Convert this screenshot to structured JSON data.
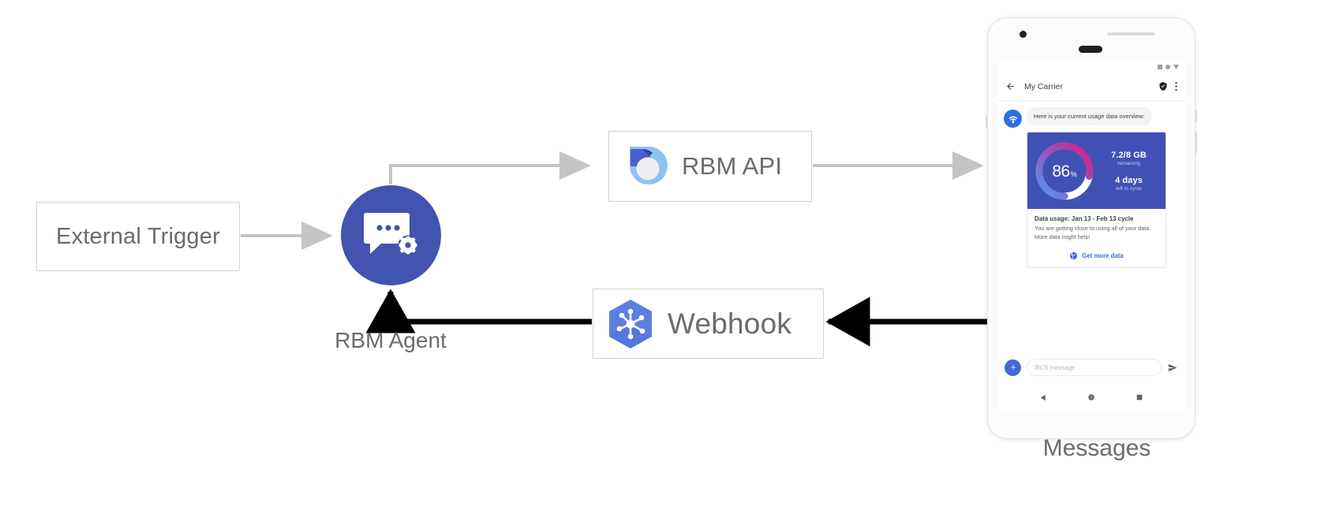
{
  "diagram": {
    "nodes": {
      "external_trigger": {
        "label": "External Trigger"
      },
      "rbm_agent": {
        "label": "RBM Agent",
        "icon": "chat-gear-icon"
      },
      "rbm_api": {
        "label": "RBM API",
        "icon": "rbm-droplet-icon"
      },
      "webhook": {
        "label": "Webhook",
        "icon": "hexagon-nodes-icon"
      },
      "messages": {
        "label": "Messages"
      }
    },
    "colors": {
      "agent_circle": "#4254b0",
      "arrow_gray": "#c4c4c4",
      "arrow_black": "#000000",
      "box_border": "#d2d2d2",
      "label_text": "#6b6b6b"
    }
  },
  "phone": {
    "status_bar": {
      "icons": [
        "signal-icon",
        "wifi-dot-icon",
        "battery-icon"
      ]
    },
    "app_bar": {
      "back_icon": "back-arrow-icon",
      "title": "My Carrier",
      "verified_icon": "verified-shield-icon",
      "overflow_icon": "more-vert-icon"
    },
    "conversation": {
      "avatar_icon": "carrier-signal-icon",
      "message": "Here is your current usage data overview:",
      "card": {
        "gauge": {
          "value": "86",
          "unit": "%",
          "percent": 86,
          "track_color": "#ffffff",
          "gradient_start": "#4f9bf0",
          "gradient_mid": "#8b5fc4",
          "gradient_end": "#d91c81"
        },
        "hero_stats": [
          {
            "big": "7.2/8 GB",
            "small": "remaining"
          },
          {
            "big": "4 days",
            "small": "left in cycle"
          }
        ],
        "hero_bg": "#3f51b5",
        "title": "Data usage: Jan 13 - Feb 13 cycle",
        "text": "You are getting close to using all of your data. More data might help!",
        "action": {
          "icon": "globe-icon",
          "label": "Get more data",
          "color": "#3f6ad8"
        }
      }
    },
    "composer": {
      "plus_icon": "plus-icon",
      "placeholder": "RCS message",
      "send_icon": "send-icon"
    },
    "nav_bar": {
      "back_icon": "nav-back-triangle-icon",
      "home_icon": "nav-home-circle-icon",
      "recents_icon": "nav-recents-square-icon"
    }
  }
}
